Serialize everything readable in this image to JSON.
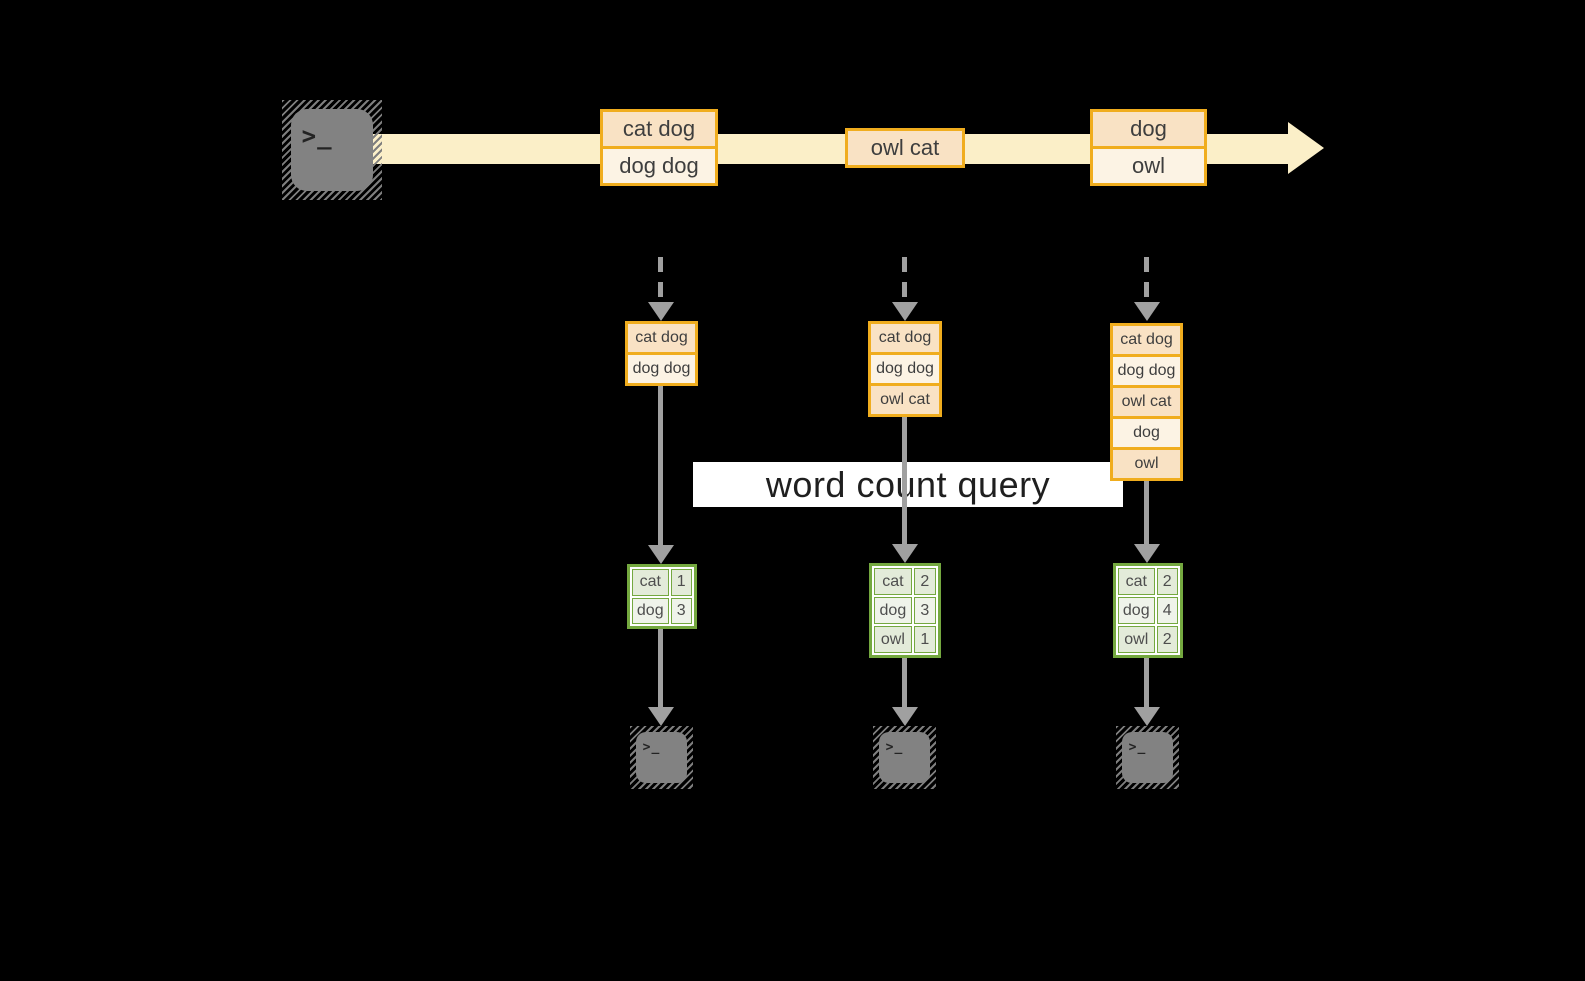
{
  "diagram": {
    "title_hint": "word count over a stream",
    "query_label": "word count query",
    "terminal_prompt": ">_",
    "stream_batches": [
      {
        "rows": [
          "cat dog",
          "dog dog"
        ]
      },
      {
        "rows": [
          "owl cat"
        ]
      },
      {
        "rows": [
          "dog",
          "owl"
        ]
      }
    ],
    "columns": [
      {
        "buffer_rows": [
          "cat dog",
          "dog dog"
        ],
        "count_rows": [
          {
            "word": "cat",
            "count": "1"
          },
          {
            "word": "dog",
            "count": "3"
          }
        ]
      },
      {
        "buffer_rows": [
          "cat dog",
          "dog dog",
          "owl cat"
        ],
        "count_rows": [
          {
            "word": "cat",
            "count": "2"
          },
          {
            "word": "dog",
            "count": "3"
          },
          {
            "word": "owl",
            "count": "1"
          }
        ]
      },
      {
        "buffer_rows": [
          "cat dog",
          "dog dog",
          "owl cat",
          "dog",
          "owl"
        ],
        "count_rows": [
          {
            "word": "cat",
            "count": "2"
          },
          {
            "word": "dog",
            "count": "4"
          },
          {
            "word": "owl",
            "count": "2"
          }
        ]
      }
    ],
    "colors": {
      "background": "#000000",
      "stream_arrow": "#FBEFC8",
      "box_border": "#F0AD1E",
      "box_fill_dark": "#F9E2C4",
      "box_fill_light": "#FCF3E4",
      "table_border": "#74A83F",
      "cell_fill_dark": "#E3EBD9",
      "cell_fill_light": "#EFF3EA",
      "connector_gray": "#A0A0A0",
      "terminal_gray": "#828282",
      "label_background": "#FFFFFF"
    }
  }
}
